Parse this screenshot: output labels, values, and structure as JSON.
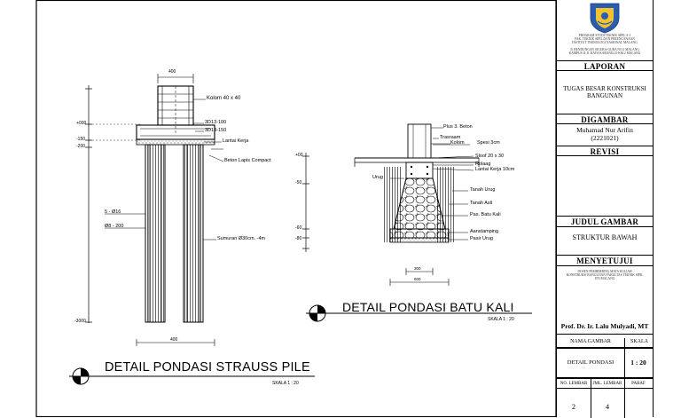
{
  "strauss": {
    "title": "DETAIL PONDASI STRAUSS PILE",
    "scale": "SKALA   1 : 20",
    "top_dim": "400",
    "bottom_dim": "400",
    "elev_labels": [
      "+000",
      "-150",
      "-200",
      "-3000"
    ],
    "callouts": {
      "kolom": "Kolom 40 x 40",
      "ring1": "3D13-100",
      "ring2": "3D13-150",
      "lantai": "Lantai Kerja",
      "beton": "Beton Lapis Compact",
      "tulangan": "5 - Ø16",
      "sengkang": "Ø8 - 200",
      "sumuran": "Sumuran Ø30cm. -4m"
    }
  },
  "batu_kali": {
    "title": "DETAIL PONDASI BATU KALI",
    "scale": "SKALA   1 : 20",
    "elev_labels": [
      "+00",
      "-50",
      "-60",
      "-80"
    ],
    "callouts": {
      "sloof_top": "Plus 3. Beton",
      "trasraam": "Trasraam",
      "kolom": "Kolom",
      "spesi": "Spesi 3cm",
      "sloof": "Sloof 20 x 30",
      "rolaag": "Rolaag",
      "lantai": "Lantai Kerja 10cm",
      "urug": "Urug",
      "tanah_urug": "Tanah Urug",
      "tanah_asli": "Tanah Asli",
      "batu_kali": "Pas. Batu Kali",
      "aanstamping": "Aanstamping",
      "pasir": "Pasir Urug"
    },
    "bottom_dims": [
      "300",
      "600"
    ]
  },
  "title_block": {
    "institution": [
      "PROGRAM STUDI TEKNIK SIPIL S-1",
      "FAK. TEKNIK SIPIL DAN PERENCANAAN",
      "INSTITUT TEKNOLOGI NASIONAL MALANG"
    ],
    "address": [
      "Jl. BENDUNGAN SIGURA-GURA NO.2 MALANG",
      "KAMPUS II: Jl. RAYA KARANGLO KM.2 MALANG"
    ],
    "laporan_label": "LAPORAN",
    "laporan_value": [
      "TUGAS BESAR KONSTRUKSI",
      "BANGUNAN"
    ],
    "digambar_label": "DIGAMBAR",
    "digambar_name": "Muhamad Nur Arifin",
    "digambar_nim": "(2221021)",
    "revisi_label": "REVISI",
    "judul_label": "JUDUL GAMBAR",
    "judul_value": "STRUKTUR BAWAH",
    "menyetujui_label": "MENYETUJUI",
    "menyetujui_desc": [
      "DOSEN PEMBIMBING MATA KULIAH",
      "KONSTRUKSI BANGUNAN FAKULTAS TEKNIK SIPIL",
      "ITN MALANG"
    ],
    "approver": "Prof. Dr. Ir. Lalu Mulyadi, MT",
    "nama_gambar_label": "NAMA GAMBAR",
    "skala_label": "SKALA",
    "nama_gambar_value": "DETAIL PONDASI",
    "skala_value": "1 : 20",
    "no_lembar_label": "NO. LEMBAR",
    "jml_lembar_label": "JML. LEMBAR",
    "paraf_label": "PARAF",
    "no_lembar_value": "2",
    "jml_lembar_value": "4"
  }
}
